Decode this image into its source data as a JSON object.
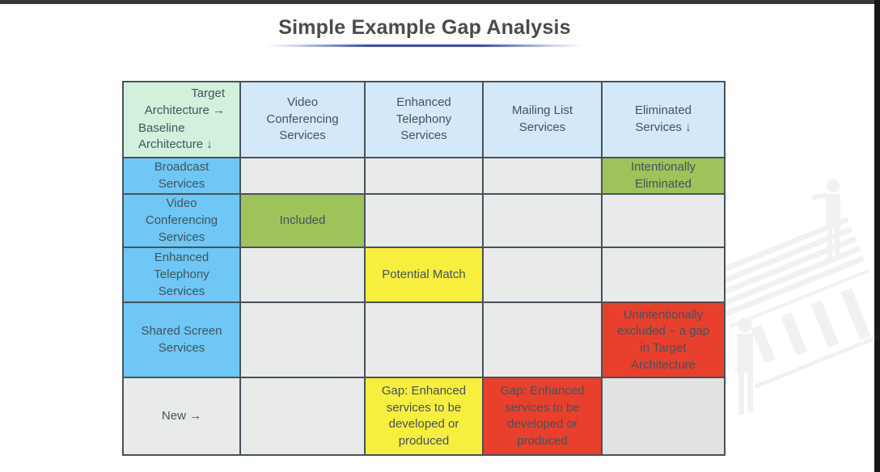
{
  "page": {
    "title": "Simple Example Gap Analysis"
  },
  "colors": {
    "title_text": "#4b4b4b",
    "title_underline": "#3946c8",
    "top_bar": "#383838",
    "right_bar": "#161616",
    "table_border": "#49525b",
    "header_corner_bg": "#d3f0dd",
    "header_bg": "#d3e9fa",
    "row_label_bg": "#6ec7f4",
    "included_green": "#9ec35a",
    "match_yellow": "#f7ee3d",
    "gap_red": "#e8402c",
    "empty_cell_gray": "#e9eaea",
    "empty_cell_gray_dark": "#e1e3e3",
    "cell_text": "#42535d",
    "gap_red_text": "#a03a2b"
  },
  "table": {
    "corner": {
      "target_label": "Target Architecture →",
      "baseline_label": "Baseline Architecture ↓"
    },
    "column_headers": [
      "Video Conferencing Services",
      "Enhanced Telephony Services",
      "Mailing List Services",
      "Eliminated Services ↓"
    ],
    "rows": [
      {
        "label": "Broadcast Services",
        "cells": [
          "",
          "",
          "",
          "Intentionally Eliminated"
        ]
      },
      {
        "label": "Video Conferencing Services",
        "cells": [
          "Included",
          "",
          "",
          ""
        ]
      },
      {
        "label": "Enhanced Telephony Services",
        "cells": [
          "",
          "Potential Match",
          "",
          ""
        ]
      },
      {
        "label": "Shared Screen Services",
        "cells": [
          "",
          "",
          "",
          "Unintentionally excluded – a gap in Target Architecture"
        ]
      },
      {
        "label": "New →",
        "cells": [
          "",
          "Gap: Enhanced services to be developed or produced",
          "Gap: Enhanced services to be developed or produced",
          ""
        ]
      }
    ]
  }
}
